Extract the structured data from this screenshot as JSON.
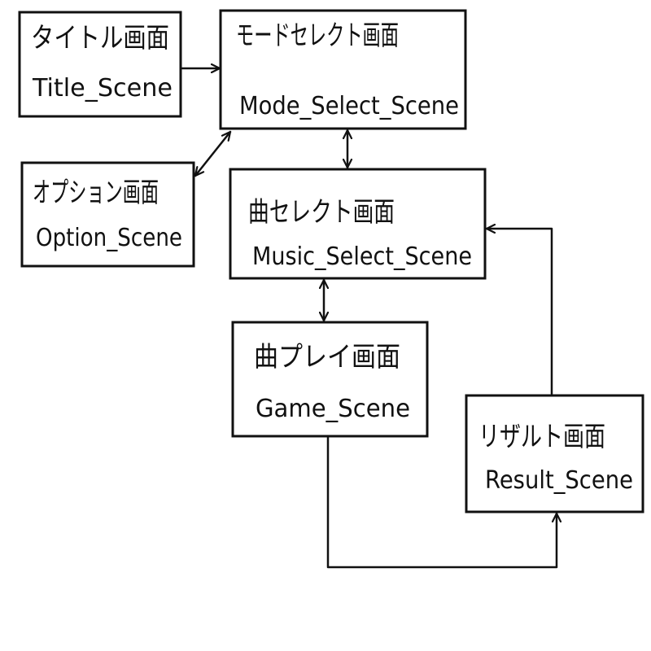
{
  "diagram": {
    "stroke_color": "#111111",
    "background": "#ffffff",
    "nodes": {
      "title": {
        "jp": "タイトル画面",
        "en": "Title_Scene"
      },
      "mode_select": {
        "jp": "モードセレクト画面",
        "en": "Mode_Select_Scene"
      },
      "option": {
        "jp": "オプション画面",
        "en": "Option_Scene"
      },
      "music_select": {
        "jp": "曲セレクト画面",
        "en": "Music_Select_Scene"
      },
      "game": {
        "jp": "曲プレイ画面",
        "en": "Game_Scene"
      },
      "result": {
        "jp": "リザルト画面",
        "en": "Result_Scene"
      }
    },
    "edges": [
      {
        "from": "title",
        "to": "mode_select",
        "direction": "one-way"
      },
      {
        "from": "mode_select",
        "to": "option",
        "direction": "two-way"
      },
      {
        "from": "mode_select",
        "to": "music_select",
        "direction": "two-way"
      },
      {
        "from": "music_select",
        "to": "game",
        "direction": "two-way"
      },
      {
        "from": "game",
        "to": "result",
        "direction": "one-way"
      },
      {
        "from": "result",
        "to": "music_select",
        "direction": "one-way"
      }
    ]
  }
}
